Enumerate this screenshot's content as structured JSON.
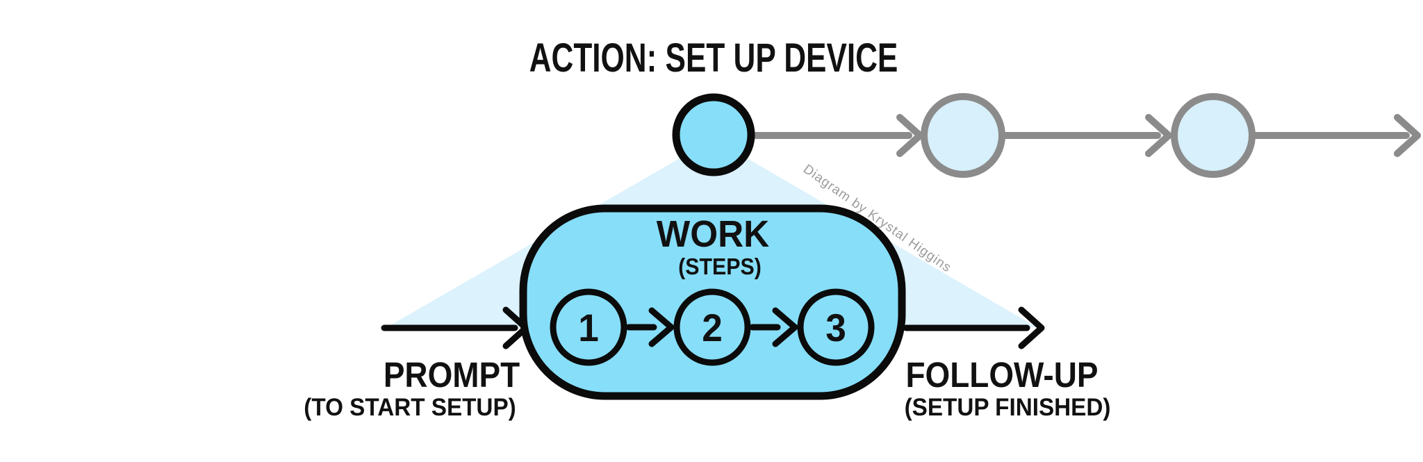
{
  "title": "ACTION: SET UP DEVICE",
  "watermark": "Diagram by Krystal Higgins",
  "flow": {
    "nodes": [
      "current",
      "upcoming",
      "upcoming"
    ]
  },
  "work_box": {
    "title": "WORK",
    "subtitle": "(STEPS)",
    "steps": [
      "1",
      "2",
      "3"
    ]
  },
  "labels": {
    "prompt_title": "PROMPT",
    "prompt_subtitle": "(TO START SETUP)",
    "followup_title": "FOLLOW-UP",
    "followup_subtitle": "(SETUP FINISHED)"
  },
  "colors": {
    "active_blue": "#87DEF8",
    "pale_blue": "#D7F0FB",
    "cone_blue": "#DCF2FC",
    "arrow_gray": "#8B8B8B",
    "watermark_gray": "#9B9B9B",
    "line_black": "#0B0B0B",
    "text_black": "#111111",
    "background": "#FFFFFF"
  }
}
